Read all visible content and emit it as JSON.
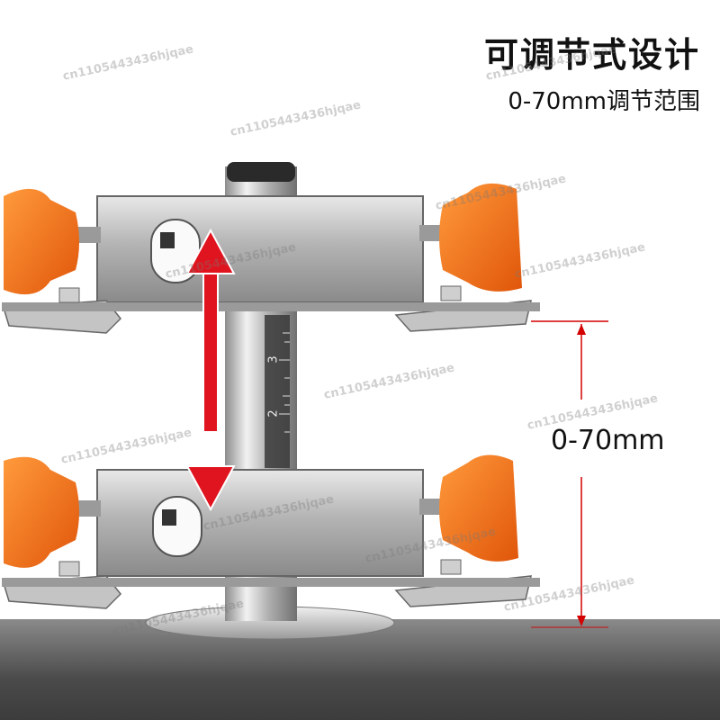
{
  "header": {
    "title": "可调节式设计",
    "subtitle": "0-70mm调节范围"
  },
  "measurement": {
    "range_label": "0-70mm",
    "range_min_mm": 0,
    "range_max_mm": 70
  },
  "scale": {
    "ticks": [
      "3",
      "2"
    ]
  },
  "watermark": {
    "text": "cn1105443436hjqae"
  },
  "colors": {
    "knob": "#f06a12",
    "arrow": "#e0141e",
    "measure_line": "#d40000",
    "steel": "#b8b8b8"
  }
}
